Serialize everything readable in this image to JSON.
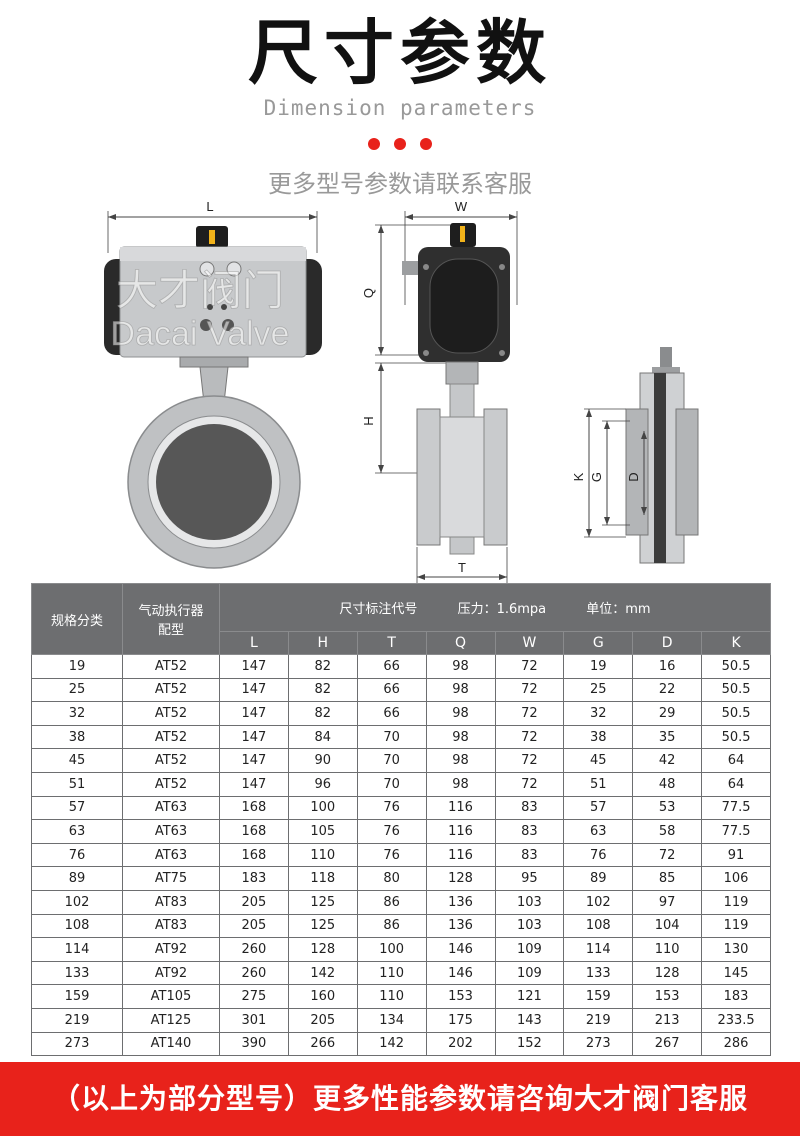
{
  "header": {
    "title": "尺寸参数",
    "subtitle": "Dimension parameters",
    "contact_note": "更多型号参数请联系客服"
  },
  "drawings": {
    "labels": {
      "L": "L",
      "W": "W",
      "Q": "Q",
      "H": "H",
      "T": "T",
      "K": "K",
      "G": "G",
      "D": "D"
    },
    "watermark_cn": "大才阀门",
    "watermark_en": "Dacai Valve"
  },
  "table": {
    "col_spec": "规格分类",
    "col_actuator_line1": "气动执行器",
    "col_actuator_line2": "配型",
    "dim_label": "尺寸标注代号",
    "pressure": "压力：1.6mpa",
    "unit": "单位：mm",
    "sub_headers": [
      "L",
      "H",
      "T",
      "Q",
      "W",
      "G",
      "D",
      "K"
    ],
    "rows": [
      [
        "19",
        "AT52",
        "147",
        "82",
        "66",
        "98",
        "72",
        "19",
        "16",
        "50.5"
      ],
      [
        "25",
        "AT52",
        "147",
        "82",
        "66",
        "98",
        "72",
        "25",
        "22",
        "50.5"
      ],
      [
        "32",
        "AT52",
        "147",
        "82",
        "66",
        "98",
        "72",
        "32",
        "29",
        "50.5"
      ],
      [
        "38",
        "AT52",
        "147",
        "84",
        "70",
        "98",
        "72",
        "38",
        "35",
        "50.5"
      ],
      [
        "45",
        "AT52",
        "147",
        "90",
        "70",
        "98",
        "72",
        "45",
        "42",
        "64"
      ],
      [
        "51",
        "AT52",
        "147",
        "96",
        "70",
        "98",
        "72",
        "51",
        "48",
        "64"
      ],
      [
        "57",
        "AT63",
        "168",
        "100",
        "76",
        "116",
        "83",
        "57",
        "53",
        "77.5"
      ],
      [
        "63",
        "AT63",
        "168",
        "105",
        "76",
        "116",
        "83",
        "63",
        "58",
        "77.5"
      ],
      [
        "76",
        "AT63",
        "168",
        "110",
        "76",
        "116",
        "83",
        "76",
        "72",
        "91"
      ],
      [
        "89",
        "AT75",
        "183",
        "118",
        "80",
        "128",
        "95",
        "89",
        "85",
        "106"
      ],
      [
        "102",
        "AT83",
        "205",
        "125",
        "86",
        "136",
        "103",
        "102",
        "97",
        "119"
      ],
      [
        "108",
        "AT83",
        "205",
        "125",
        "86",
        "136",
        "103",
        "108",
        "104",
        "119"
      ],
      [
        "114",
        "AT92",
        "260",
        "128",
        "100",
        "146",
        "109",
        "114",
        "110",
        "130"
      ],
      [
        "133",
        "AT92",
        "260",
        "142",
        "110",
        "146",
        "109",
        "133",
        "128",
        "145"
      ],
      [
        "159",
        "AT105",
        "275",
        "160",
        "110",
        "153",
        "121",
        "159",
        "153",
        "183"
      ],
      [
        "219",
        "AT125",
        "301",
        "205",
        "134",
        "175",
        "143",
        "219",
        "213",
        "233.5"
      ],
      [
        "273",
        "AT140",
        "390",
        "266",
        "142",
        "202",
        "152",
        "273",
        "267",
        "286"
      ]
    ]
  },
  "footer": {
    "banner": "（以上为部分型号）更多性能参数请咨询大才阀门客服"
  },
  "colors": {
    "accent_red": "#e8221b",
    "header_gray": "#6d6e70"
  }
}
